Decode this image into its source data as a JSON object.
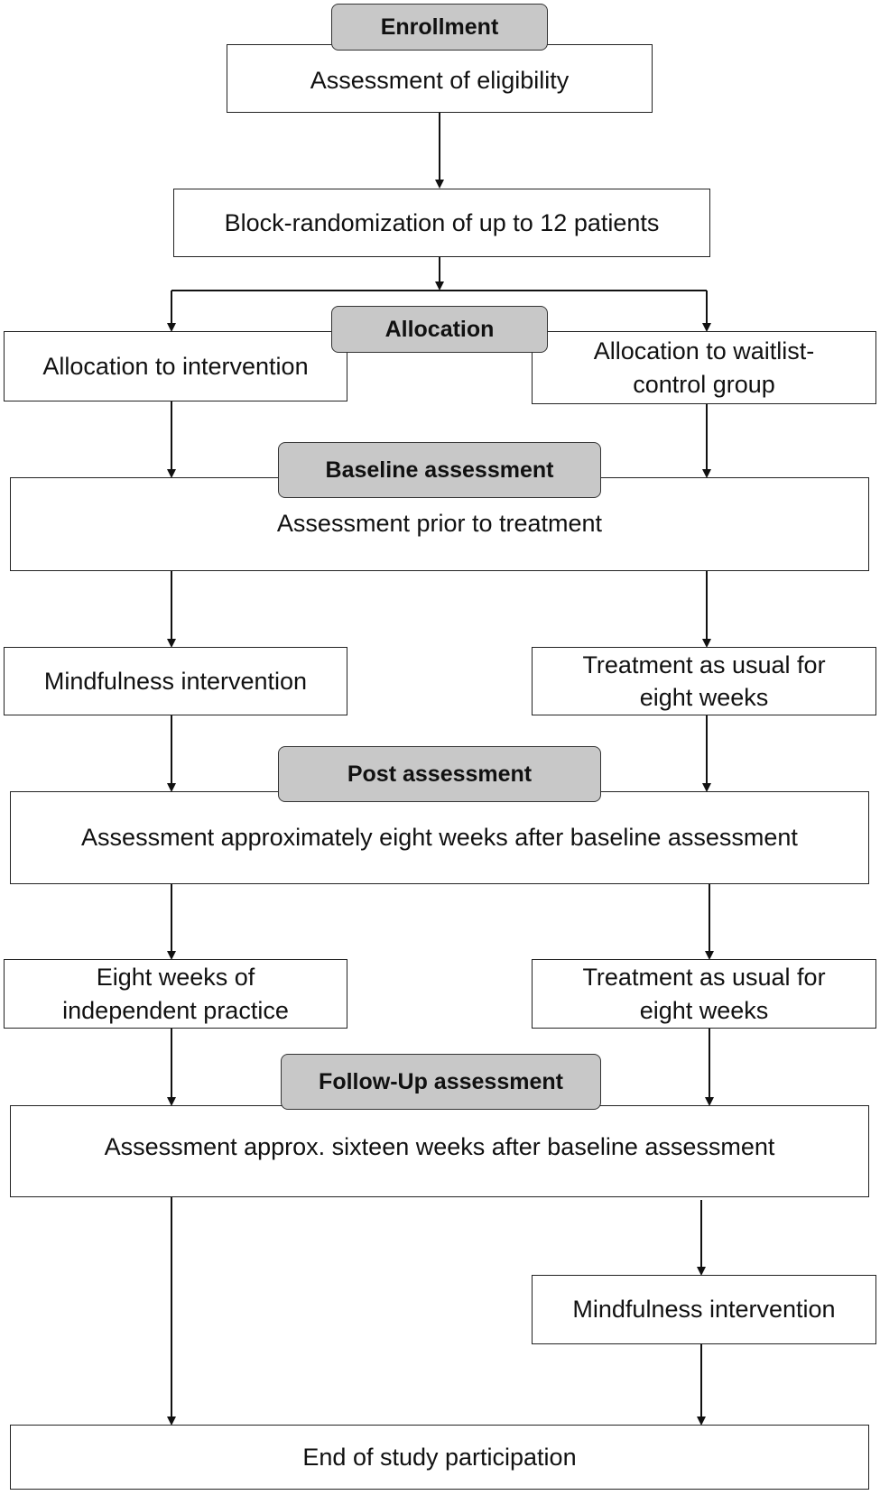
{
  "headers": {
    "enrollment": "Enrollment",
    "allocation": "Allocation",
    "baseline": "Baseline assessment",
    "post": "Post assessment",
    "followup": "Follow-Up assessment"
  },
  "boxes": {
    "eligibility": "Assessment of eligibility",
    "randomization": "Block-randomization of up to 12 patients",
    "alloc_intervention": "Allocation to intervention",
    "alloc_waitlist": "Allocation to waitlist-control group",
    "prior_treatment": "Assessment prior to treatment",
    "mindfulness_left": "Mindfulness intervention",
    "tau_right_1": "Treatment as usual for eight weeks",
    "post_assessment": "Assessment approximately eight weeks after baseline assessment",
    "independent_practice": "Eight weeks of independent practice",
    "tau_right_2": "Treatment as usual for eight weeks",
    "followup_assessment": "Assessment approx. sixteen weeks after baseline assessment",
    "mindfulness_right": "Mindfulness intervention",
    "end": "End of study participation"
  },
  "colors": {
    "header_fill": "#c8c8c8",
    "border": "#222222"
  }
}
